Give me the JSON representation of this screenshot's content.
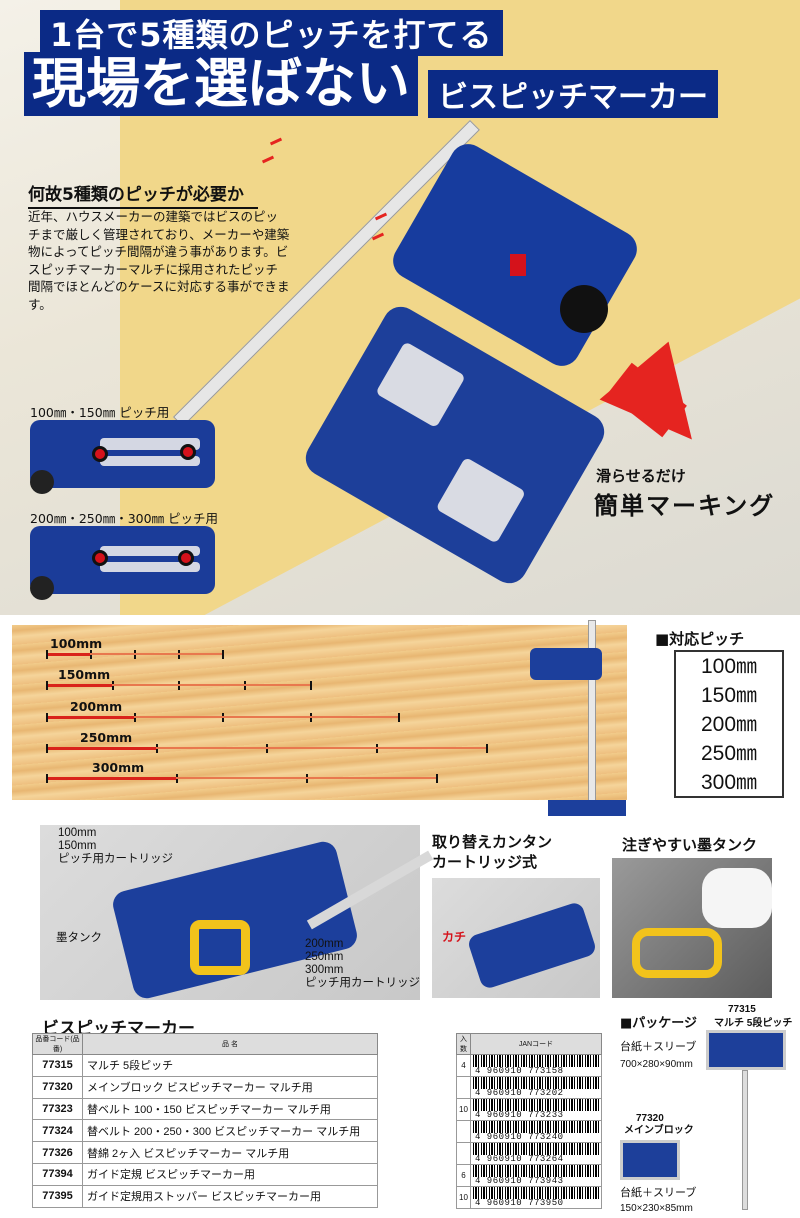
{
  "hero": {
    "title_line1": "1台で5種類のピッチを打てる",
    "title_line2": "現場を選ばない",
    "title_line3": "ビスピッチマーカー",
    "why_title": "何故5種類のピッチが必要か",
    "why_body": "近年、ハウスメーカーの建築ではビスのピッチまで厳しく管理されており、メーカーや建築物によってピッチ間隔が違う事があります。ビスピッチマーカーマルチに採用されたピッチ間隔でほとんどのケースに対応する事ができます。",
    "cart1_label": "100㎜・150㎜ ピッチ用",
    "cart2_label": "200㎜・250㎜・300㎜ ピッチ用",
    "slide_small": "滑らせるだけ",
    "slide_big": "簡単マーキング",
    "accent_blue": "#0b2a86",
    "accent_red": "#e52420"
  },
  "pitch_demo": {
    "rows": [
      "100mm",
      "150mm",
      "200mm",
      "250mm",
      "300mm"
    ],
    "supported_title": "■対応ピッチ",
    "supported": [
      "100㎜",
      "150㎜",
      "200㎜",
      "250㎜",
      "300㎜"
    ]
  },
  "photos": {
    "main_label1": "100mm\n150mm\nピッチ用カートリッジ",
    "main_label2": "墨タンク",
    "main_label3": "200mm\n250mm\n300mm\nピッチ用カートリッジ",
    "feature1": "取り替えカンタン\nカートリッジ式",
    "feature2": "注ぎやすい墨タンク",
    "click_text": "カチ"
  },
  "products": {
    "title": "ビスピッチマーカー",
    "col_code": "品番コード(品番)",
    "col_name": "品 名",
    "rows": [
      {
        "code": "77315",
        "name": "マルチ 5段ピッチ"
      },
      {
        "code": "77320",
        "name": "メインブロック ビスピッチマーカー マルチ用"
      },
      {
        "code": "77323",
        "name": "替ベルト 100・150 ビスピッチマーカー マルチ用"
      },
      {
        "code": "77324",
        "name": "替ベルト 200・250・300 ビスピッチマーカー マルチ用"
      },
      {
        "code": "77326",
        "name": "替綿 2ヶ入 ビスピッチマーカー マルチ用"
      },
      {
        "code": "77394",
        "name": "ガイド定規 ビスピッチマーカー用"
      },
      {
        "code": "77395",
        "name": "ガイド定規用ストッパー ビスピッチマーカー用"
      }
    ]
  },
  "jan": {
    "col_qty": "入数",
    "col_jan": "JANコード",
    "rows": [
      {
        "qty": "4",
        "jan": "4 960910 773158"
      },
      {
        "qty": "",
        "jan": "4 960910 773202"
      },
      {
        "qty": "10",
        "jan": "4 960910 773233"
      },
      {
        "qty": "",
        "jan": "4 960910 773240"
      },
      {
        "qty": "",
        "jan": "4 960910 773264"
      },
      {
        "qty": "6",
        "jan": "4 960910 773943"
      },
      {
        "qty": "10",
        "jan": "4 960910 773950"
      }
    ]
  },
  "package": {
    "title": "■パッケージ",
    "p1_code": "77315",
    "p1_name": "マルチ 5段ピッチ",
    "p1_type": "台紙＋スリーブ",
    "p1_size": "700×280×90mm",
    "p2_code": "77320",
    "p2_name": "メインブロック",
    "p2_type": "台紙＋スリーブ",
    "p2_size": "150×230×85mm"
  }
}
